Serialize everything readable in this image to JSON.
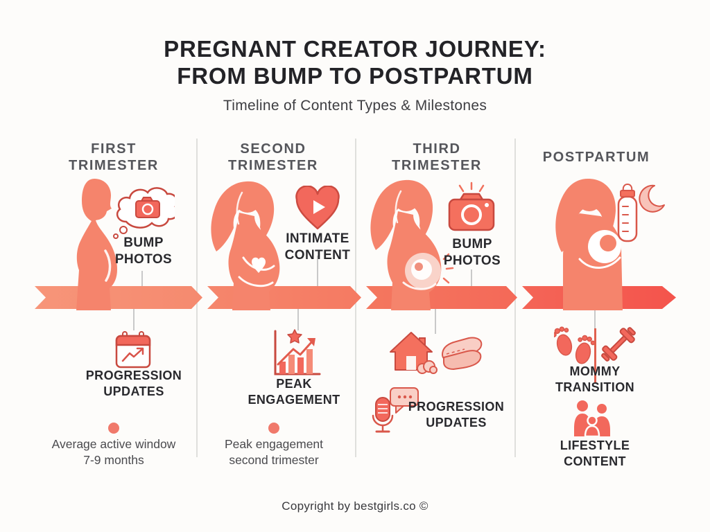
{
  "page": {
    "title_line1": "PREGNANT CREATOR JOURNEY:",
    "title_line2": "FROM BUMP TO POSTPARTUM",
    "subtitle": "Timeline of Content Types & Milestones",
    "copyright": "Copyright by bestgirls.co ©"
  },
  "colors": {
    "background": "#FDFCFA",
    "silhouette_coral": "#F5846C",
    "band_gradient_start": "#F79579",
    "band_gradient_end": "#F4554C",
    "icon_outline": "#C8493F",
    "icon_fill": "#F2685C",
    "icon_light_fill": "#F9CEC5",
    "header_gray": "#55565B",
    "label_dark": "#29292D",
    "caption_gray": "#4A4A4E",
    "divider_gray": "#DFDFDC",
    "connector_gray": "#C9C9C9",
    "dot_coral": "#F0796B"
  },
  "columns": [
    {
      "header_line1": "FIRST",
      "header_line2": "TRIMESTER",
      "top_label_line1": "BUMP",
      "top_label_line2": "PHOTOS",
      "bottom_label_line1": "PROGRESSION",
      "bottom_label_line2": "UPDATES",
      "caption_line1": "Average active window",
      "caption_line2": "7-9 months",
      "icons": [
        "pregnant-silhouette-bald",
        "thought-bubble-camera-icon",
        "calendar-progress-icon"
      ]
    },
    {
      "header_line1": "SECOND",
      "header_line2": "TRIMESTER",
      "top_label_line1": "INTIMATE",
      "top_label_line2": "CONTENT",
      "bottom_label_line1": "PEAK",
      "bottom_label_line2": "ENGAGEMENT",
      "caption_line1": "Peak engagement",
      "caption_line2": "second trimester",
      "icons": [
        "pregnant-silhouette-heart-belly",
        "heart-play-icon",
        "growth-chart-star-icon"
      ]
    },
    {
      "header_line1": "THIRD",
      "header_line2": "TRIMESTER",
      "top_label_line1": "BUMP",
      "top_label_line2": "PHOTOS",
      "bottom_label_line1": "PROGRESSION",
      "bottom_label_line2": "UPDATES",
      "icons": [
        "pregnant-silhouette-glowing-belly",
        "camera-flash-icon",
        "house-icon",
        "blanket-icon",
        "microphone-chat-icon"
      ]
    },
    {
      "header_line1": "POSTPARTUM",
      "bottom_label_line1": "MOMMY",
      "bottom_label_line2": "TRANSITION",
      "second_label_line1": "LIFESTYLE",
      "second_label_line2": "CONTENT",
      "icons": [
        "mother-baby-silhouette",
        "baby-bottle-icon",
        "moon-icon",
        "footprints-icon",
        "dumbbell-icon",
        "family-icon"
      ]
    }
  ]
}
